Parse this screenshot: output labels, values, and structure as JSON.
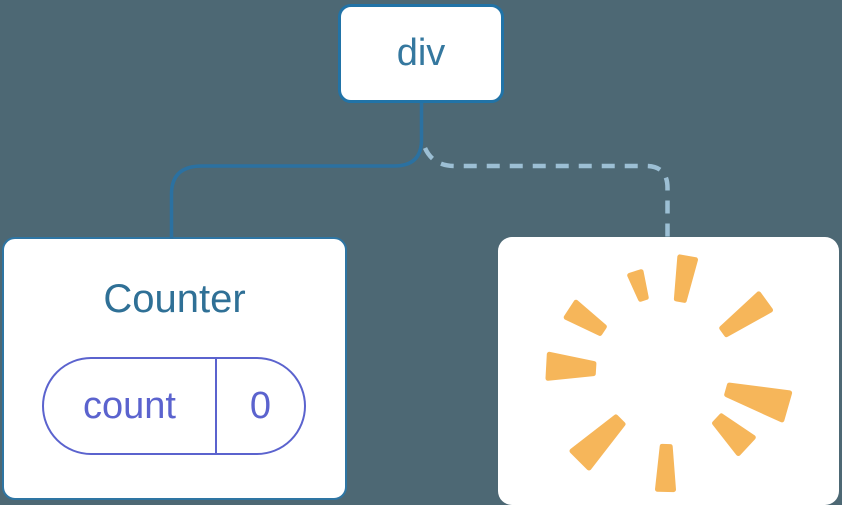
{
  "diagram": {
    "root_node": {
      "label": "div"
    },
    "counter_node": {
      "title": "Counter",
      "state": {
        "key": "count",
        "value": "0"
      }
    },
    "removed_node": {
      "icon": "poof-starburst"
    },
    "edges": [
      {
        "from": "div",
        "to": "Counter",
        "style": "solid"
      },
      {
        "from": "div",
        "to": "removed-node",
        "style": "dashed"
      }
    ],
    "colors": {
      "background": "#4d6874",
      "node_border": "#2173a7",
      "counter_border": "#2e75a3",
      "root_text": "#35789f",
      "counter_text": "#2f7096",
      "state_accent": "#5b63ce",
      "solid_edge": "#2b71a1",
      "dashed_edge": "#9cbfd4",
      "poof": "#f6b65a"
    },
    "poof_rays": [
      {
        "angle": 80,
        "r1": 74,
        "r2": 116,
        "w1": 4,
        "w2": 8
      },
      {
        "angle": 108,
        "r1": 78,
        "r2": 104,
        "w1": 3,
        "w2": 6
      },
      {
        "angle": 147,
        "r1": 78,
        "r2": 115,
        "w1": 4,
        "w2": 9
      },
      {
        "angle": 36,
        "r1": 70,
        "r2": 120,
        "w1": 4,
        "w2": 10
      },
      {
        "angle": 177,
        "r1": 74,
        "r2": 119,
        "w1": 5,
        "w2": 12
      },
      {
        "angle": -16,
        "r1": 63,
        "r2": 123,
        "w1": 5,
        "w2": 14
      },
      {
        "angle": -43,
        "r1": 69,
        "r2": 107,
        "w1": 5,
        "w2": 11
      },
      {
        "angle": -135,
        "r1": 68,
        "r2": 123,
        "w1": 5,
        "w2": 12
      },
      {
        "angle": -91,
        "r1": 74,
        "r2": 117,
        "w1": 4,
        "w2": 8
      }
    ]
  }
}
